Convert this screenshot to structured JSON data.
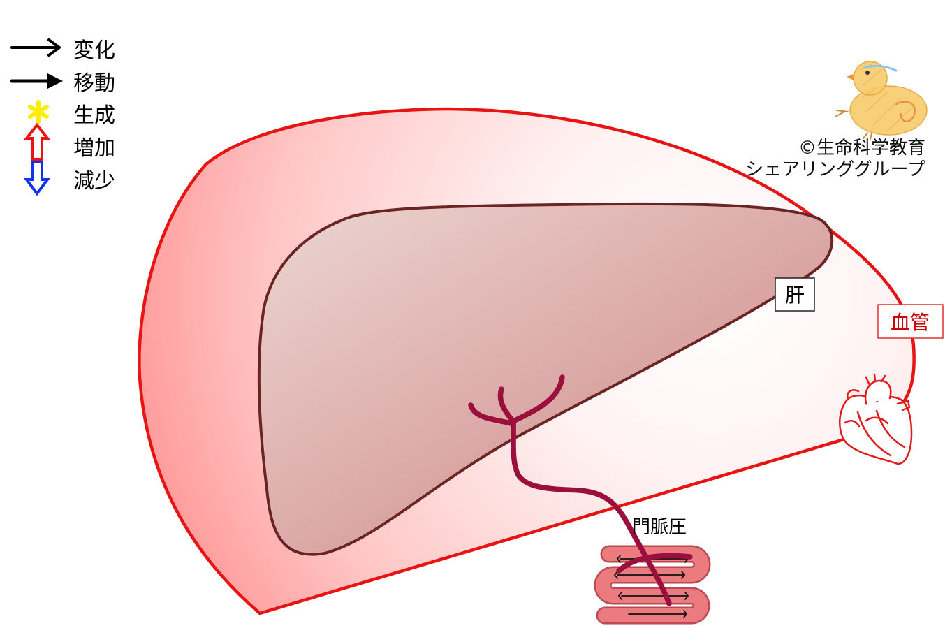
{
  "legend": {
    "items": [
      {
        "label": "変化",
        "icon": "thin-arrow-icon"
      },
      {
        "label": "移動",
        "icon": "bold-arrow-icon"
      },
      {
        "label": "生成",
        "icon": "yellow-asterisk-icon"
      },
      {
        "label": "増加",
        "icon": "red-up-arrow-icon"
      },
      {
        "label": "減少",
        "icon": "blue-down-arrow-icon"
      }
    ]
  },
  "labels": {
    "liver": "肝",
    "blood_vessel": "血管",
    "portal_pressure": "門脈圧"
  },
  "credit": {
    "line1": "©生命科学教育",
    "line2": "シェアリンググループ"
  },
  "colors": {
    "vessel_border": "#e81414",
    "vessel_label": "#cc0000",
    "liver_border": "#6b2424",
    "portal_vein": "#9b0f3c",
    "intestine": "#ec7b80",
    "generate": "#ffee00",
    "increase": "#ee1111",
    "decrease": "#1133ee"
  }
}
